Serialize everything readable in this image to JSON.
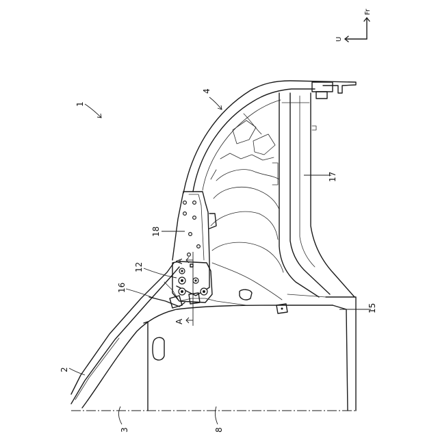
{
  "figure": {
    "orientation": {
      "up_label": "U",
      "front_label": "Fr"
    },
    "labels": {
      "overall": "1",
      "part2": "2",
      "part3": "3",
      "part4": "4",
      "part8": "8",
      "part12": "12",
      "part15": "15",
      "part16": "16",
      "part17": "17",
      "part18": "18",
      "section_top": "A",
      "section_bottom": "A"
    }
  }
}
